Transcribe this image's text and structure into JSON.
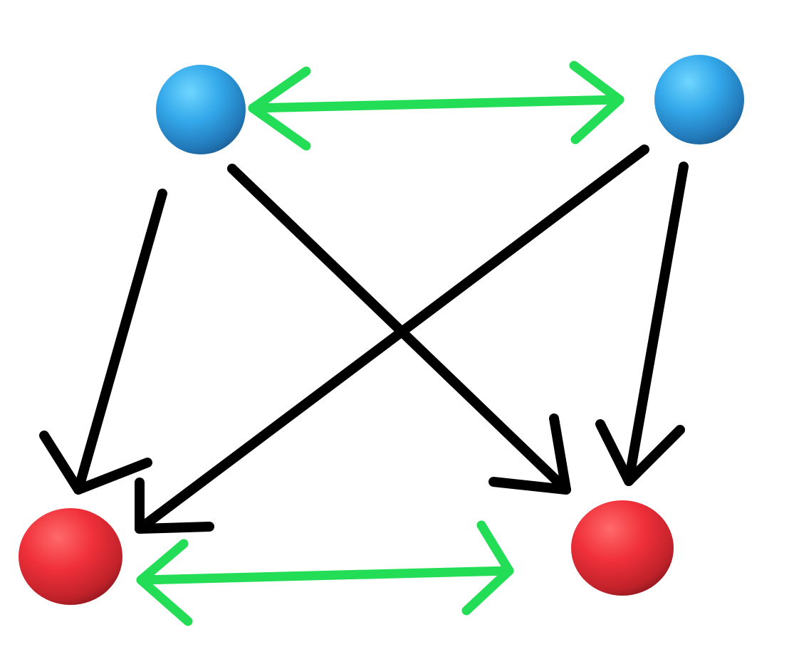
{
  "diagram": {
    "nodes": [
      {
        "id": "top-left",
        "group": "blue"
      },
      {
        "id": "top-right",
        "group": "blue"
      },
      {
        "id": "bottom-left",
        "group": "red"
      },
      {
        "id": "bottom-right",
        "group": "red"
      }
    ],
    "edges": [
      {
        "from": "top-left",
        "to": "top-right",
        "direction": "bidirectional",
        "color": "green"
      },
      {
        "from": "bottom-left",
        "to": "bottom-right",
        "direction": "bidirectional",
        "color": "green"
      },
      {
        "from": "top-left",
        "to": "bottom-left",
        "direction": "forward",
        "color": "black"
      },
      {
        "from": "top-left",
        "to": "bottom-right",
        "direction": "forward",
        "color": "black"
      },
      {
        "from": "top-right",
        "to": "bottom-left",
        "direction": "forward",
        "color": "black"
      },
      {
        "from": "top-right",
        "to": "bottom-right",
        "direction": "forward",
        "color": "black"
      }
    ]
  },
  "colors": {
    "blue_node": "#2f9ee0",
    "red_node": "#e8262d",
    "green_arrow": "#22dd55",
    "black_arrow": "#000000",
    "background": "#ffffff"
  }
}
